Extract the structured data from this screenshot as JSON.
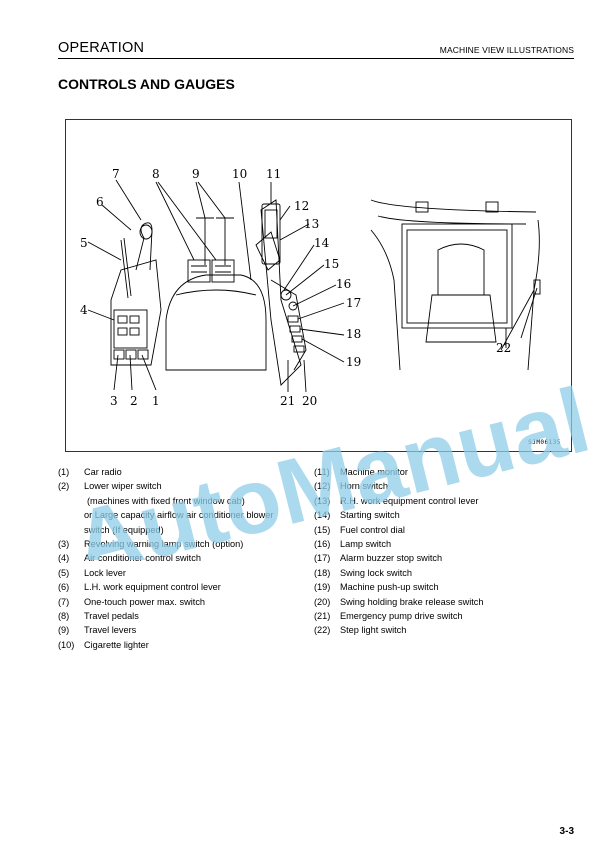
{
  "header": {
    "section": "OPERATION",
    "chapter": "MACHINE VIEW ILLUSTRATIONS"
  },
  "title": "CONTROLS AND GAUGES",
  "figure": {
    "code": "SJM06135",
    "callouts_left": [
      "7",
      "8",
      "9",
      "10",
      "11",
      "12",
      "13",
      "14",
      "15",
      "16",
      "17",
      "18",
      "19",
      "6",
      "5",
      "4",
      "3",
      "2",
      "1",
      "21",
      "20"
    ],
    "callout_right": "22"
  },
  "legend_left": [
    {
      "num": "(1)",
      "text": "Car radio"
    },
    {
      "num": "(2)",
      "text": "Lower wiper switch",
      "cont": [
        "(machines with fixed front window cab)",
        "or Large capacity airflow air conditioner blower",
        "switch (If equipped)"
      ]
    },
    {
      "num": "(3)",
      "text": "Revolving warning lamp switch (option)"
    },
    {
      "num": "(4)",
      "text": "Air conditioner control switch"
    },
    {
      "num": "(5)",
      "text": "Lock lever"
    },
    {
      "num": "(6)",
      "text": "L.H. work equipment control lever"
    },
    {
      "num": "(7)",
      "text": "One-touch power max. switch"
    },
    {
      "num": "(8)",
      "text": "Travel pedals"
    },
    {
      "num": "(9)",
      "text": "Travel levers"
    },
    {
      "num": "(10)",
      "text": "Cigarette lighter"
    }
  ],
  "legend_right": [
    {
      "num": "(11)",
      "text": "Machine monitor"
    },
    {
      "num": "(12)",
      "text": "Horn switch"
    },
    {
      "num": "(13)",
      "text": "R.H. work equipment control lever"
    },
    {
      "num": "(14)",
      "text": "Starting switch"
    },
    {
      "num": "(15)",
      "text": "Fuel control dial"
    },
    {
      "num": "(16)",
      "text": "Lamp switch"
    },
    {
      "num": "(17)",
      "text": "Alarm buzzer stop switch"
    },
    {
      "num": "(18)",
      "text": "Swing lock switch"
    },
    {
      "num": "(19)",
      "text": "Machine push-up switch"
    },
    {
      "num": "(20)",
      "text": "Swing holding brake release switch"
    },
    {
      "num": "(21)",
      "text": "Emergency pump drive switch"
    },
    {
      "num": "(22)",
      "text": "Step light switch"
    }
  ],
  "watermark": "AutoManual",
  "page_number": "3-3"
}
